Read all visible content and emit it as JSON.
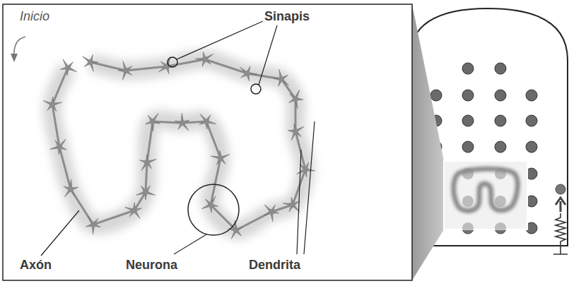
{
  "diagram": {
    "labels": [
      "Inicio",
      "Sinapis",
      "Axón",
      "Neurona",
      "Dendrita"
    ]
  }
}
